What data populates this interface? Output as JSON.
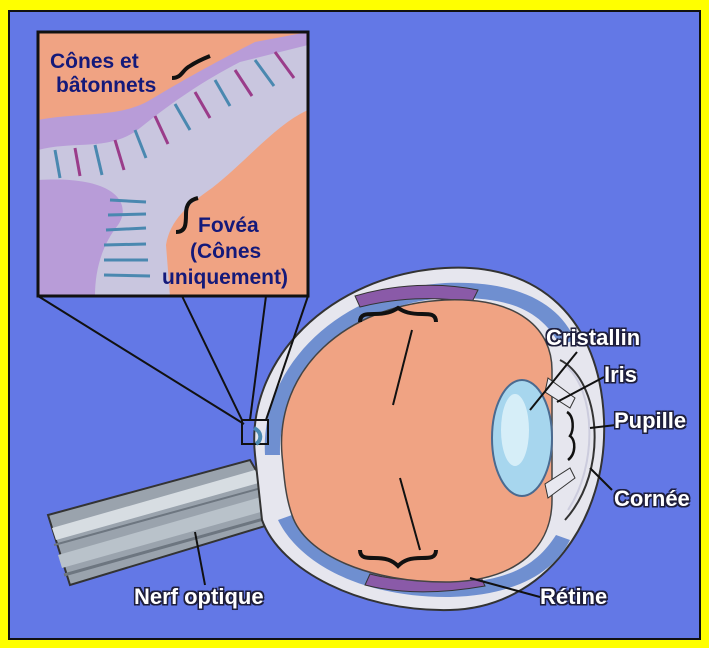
{
  "labels": {
    "cones_rods_line1": "Cônes et",
    "cones_rods_line2": "bâtonnets",
    "fovea_line1": "Fovéa",
    "fovea_line2": "(Cônes",
    "fovea_line3": "uniquement)",
    "cristallin": "Cristallin",
    "iris": "Iris",
    "pupille": "Pupille",
    "cornee": "Cornée",
    "nerf_optique": "Nerf optique",
    "retine": "Rétine"
  },
  "colors": {
    "frame": "#ffff00",
    "background": "#6378e6",
    "vitreous": "#f0a383",
    "sclera": "#e9e9ee",
    "retina": "#8a5aa8",
    "lens": "#a7d6ee",
    "photoreceptor_blue": "#4a88b0",
    "photoreceptor_purple": "#9a3c8a"
  }
}
